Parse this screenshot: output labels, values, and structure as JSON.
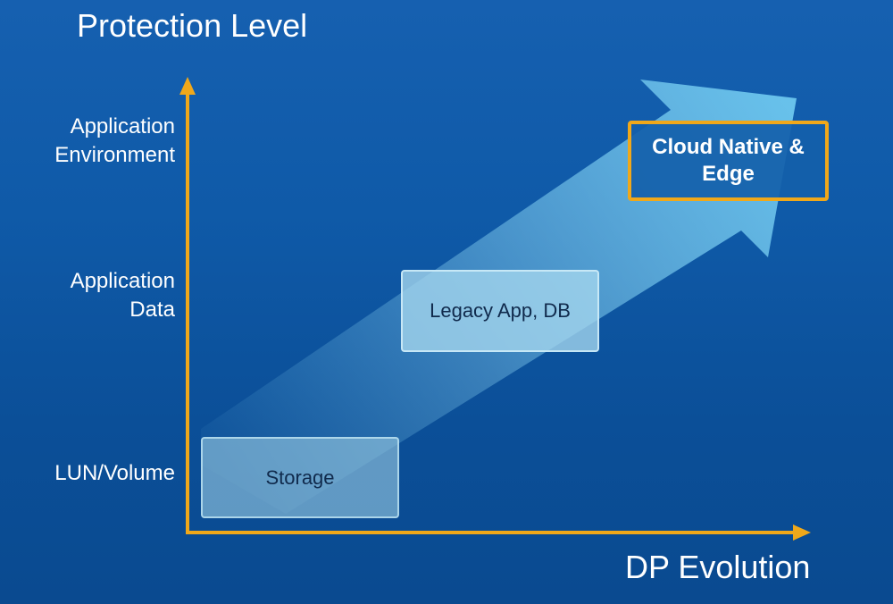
{
  "diagram": {
    "y_axis_title": "Protection Level",
    "x_axis_title": "DP Evolution",
    "levels": [
      {
        "line1": "Application",
        "line2": "Environment"
      },
      {
        "line1": "Application",
        "line2": "Data"
      },
      {
        "line1": "LUN/Volume",
        "line2": ""
      }
    ],
    "stages": [
      {
        "label": "Storage"
      },
      {
        "label": "Legacy App, DB"
      },
      {
        "line1": "Cloud Native &",
        "line2": "Edge"
      }
    ],
    "colors": {
      "background": "#0f5aa8",
      "axis": "#f0a81a",
      "highlight_border": "#f0a81a",
      "arrow": "#7fd0f0"
    }
  }
}
